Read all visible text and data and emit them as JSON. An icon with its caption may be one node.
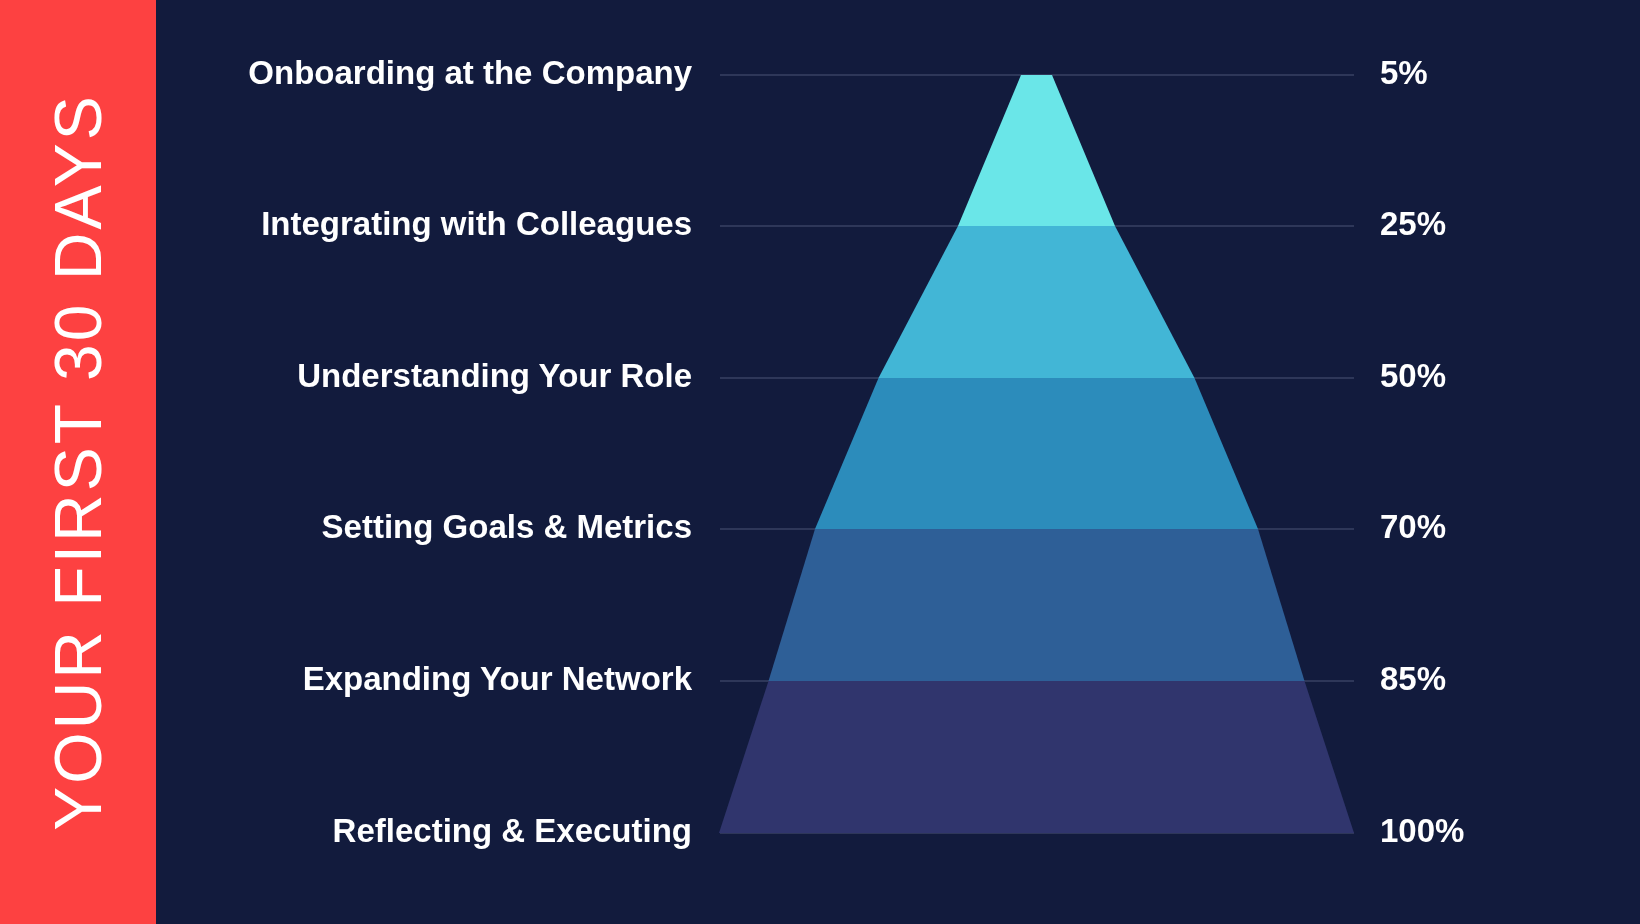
{
  "diagram": {
    "title": "YOUR FIRST 30 DAYS",
    "labels": [
      "Onboarding at the Company",
      "5%",
      "Integrating with Colleagues",
      "25%",
      "Understanding Your Role",
      "50%",
      "Setting Goals & Metrics",
      "70%",
      "Expanding Your Network",
      "85%",
      "Reflecting & Executing",
      "100%"
    ]
  }
}
